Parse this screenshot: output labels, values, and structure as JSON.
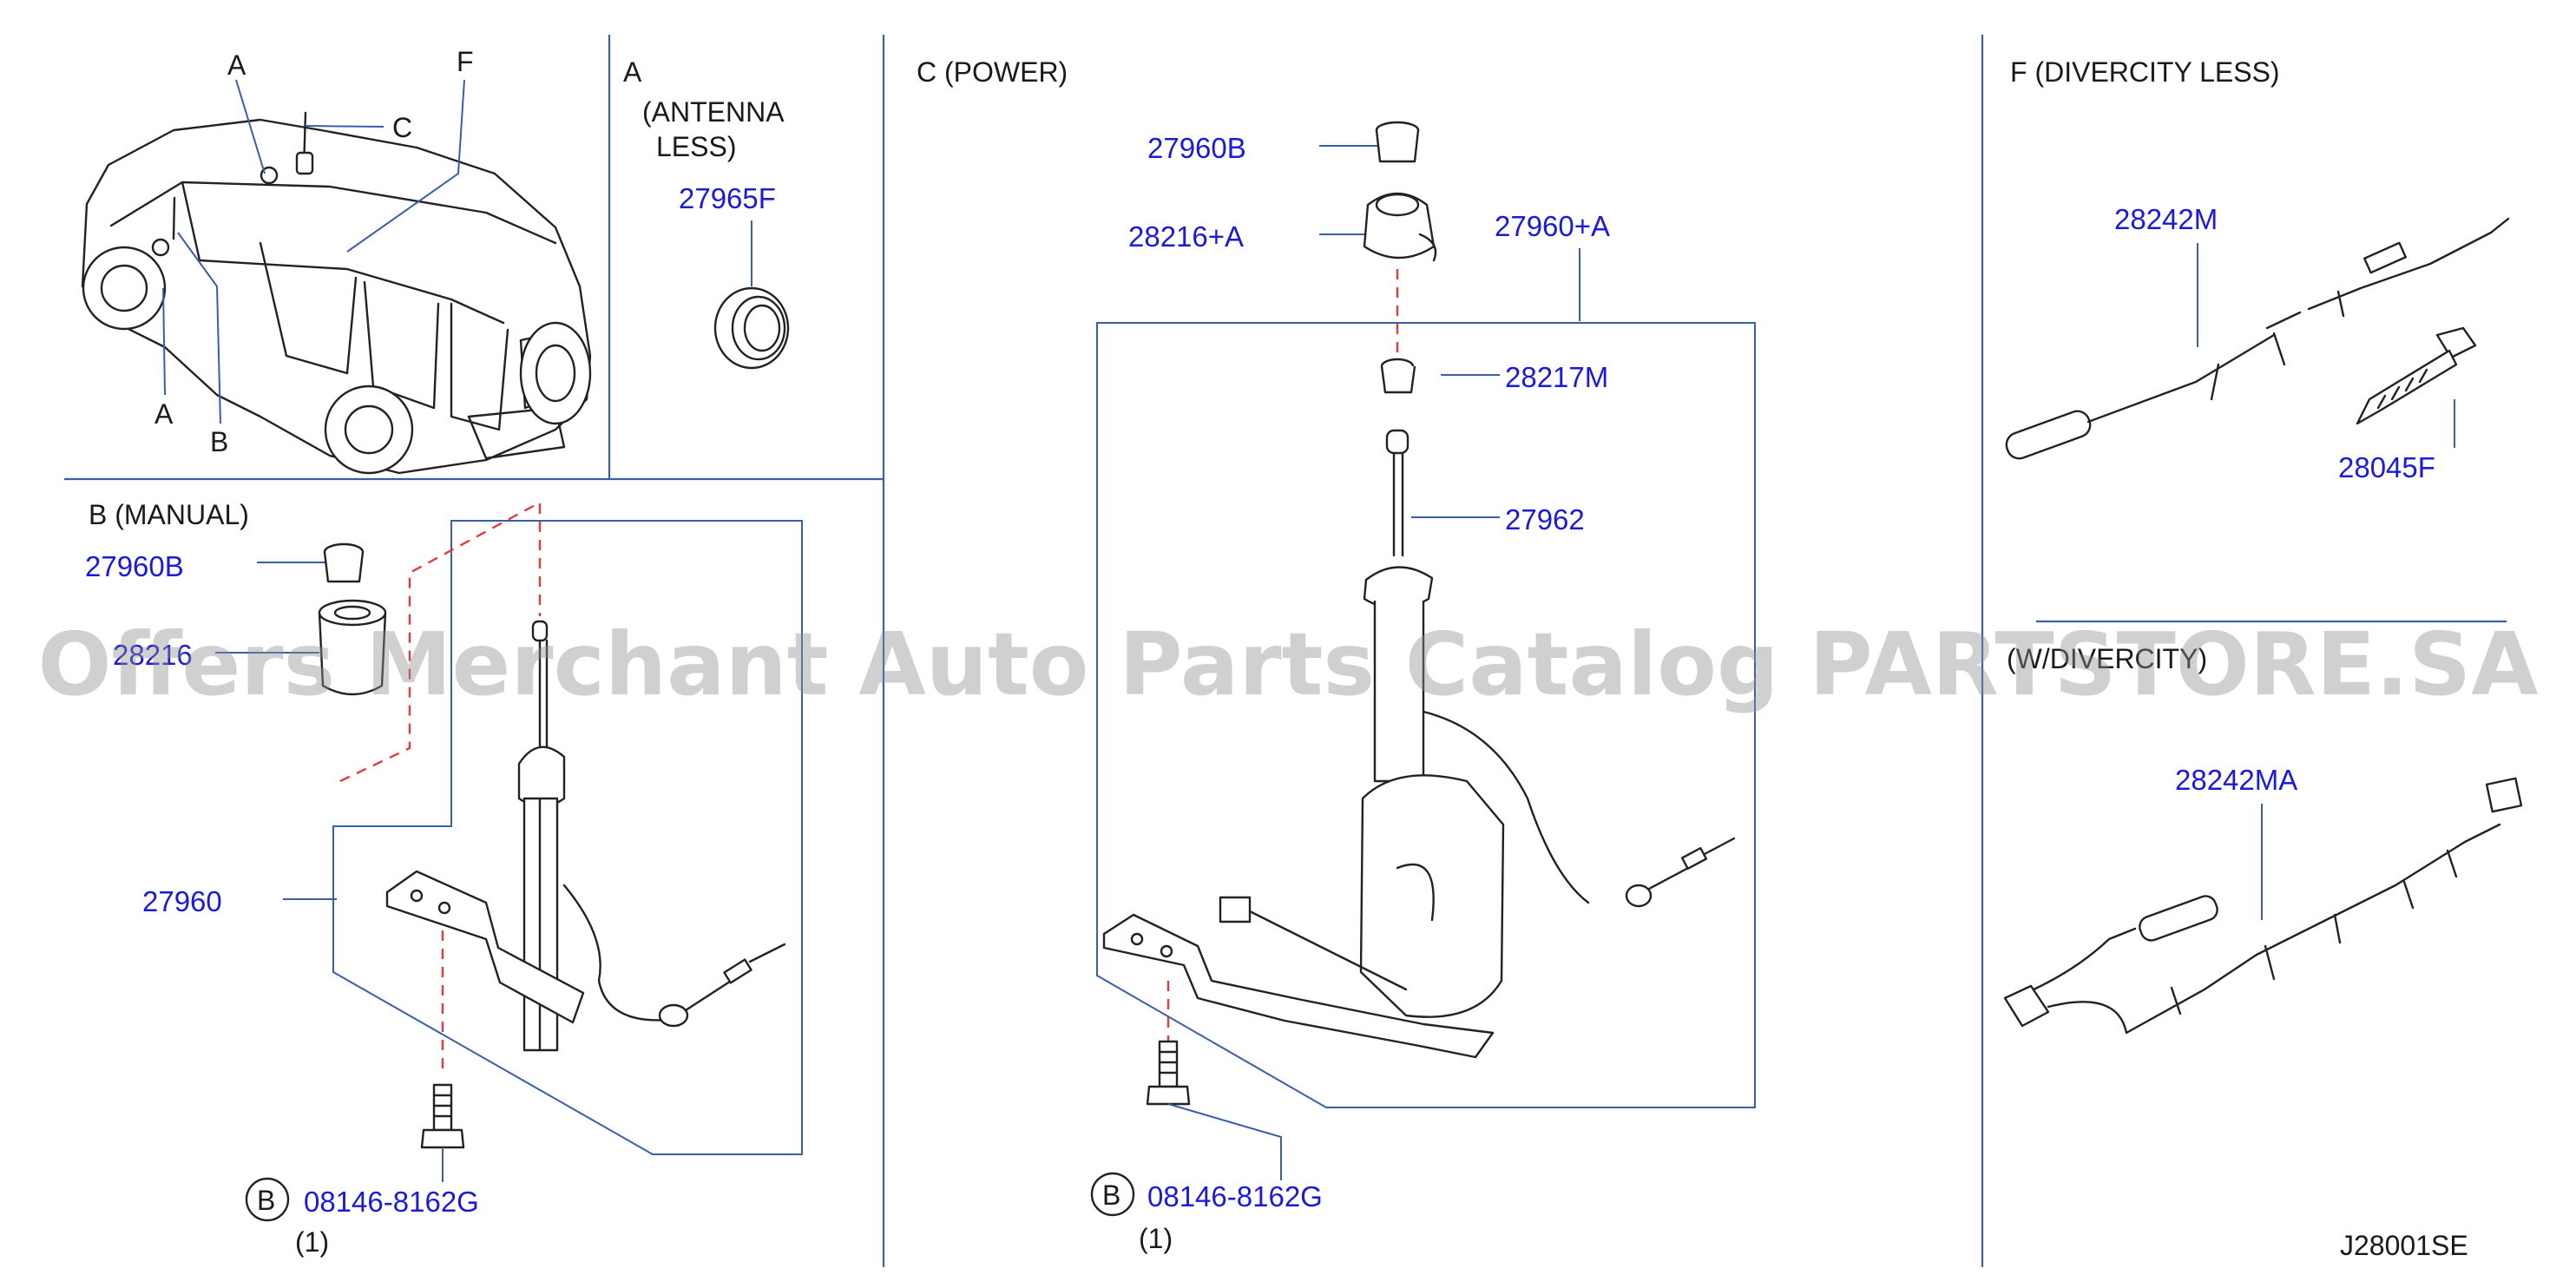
{
  "sections": {
    "a": {
      "title": "A",
      "subtitle_line1": "(ANTENNA",
      "subtitle_line2": "LESS)"
    },
    "b": {
      "title": "B  (MANUAL)"
    },
    "c": {
      "title": "C  (POWER)"
    },
    "f": {
      "title": "F  (DIVERCITY  LESS)"
    },
    "w": {
      "title": "(W/DIVERCITY)"
    }
  },
  "vehicle_callouts": {
    "a_top": "A",
    "c": "C",
    "f": "F",
    "a_bottom": "A",
    "b": "B"
  },
  "parts": {
    "p27965F": "27965F",
    "b_27960B": "27960B",
    "b_28216": "28216",
    "b_27960": "27960",
    "b_bolt": "08146-8162G",
    "b_bolt_qty": "(1)",
    "c_27960B": "27960B",
    "c_28216A": "28216+A",
    "c_27960A": "27960+A",
    "c_28217M": "28217M",
    "c_27962": "27962",
    "c_bolt": "08146-8162G",
    "c_bolt_qty": "(1)",
    "f_28242M": "28242M",
    "f_28045F": "28045F",
    "w_28242MA": "28242MA"
  },
  "bolt_badge": "B",
  "diagram_code": "J28001SE",
  "watermark": "Offers Merchant Auto Parts Catalog PARTSTORE.SA",
  "colors": {
    "part_number": "#1b1bd6",
    "leader": "#3a5ea8",
    "assembly_dash": "#e23b3b",
    "ink": "#222222"
  }
}
